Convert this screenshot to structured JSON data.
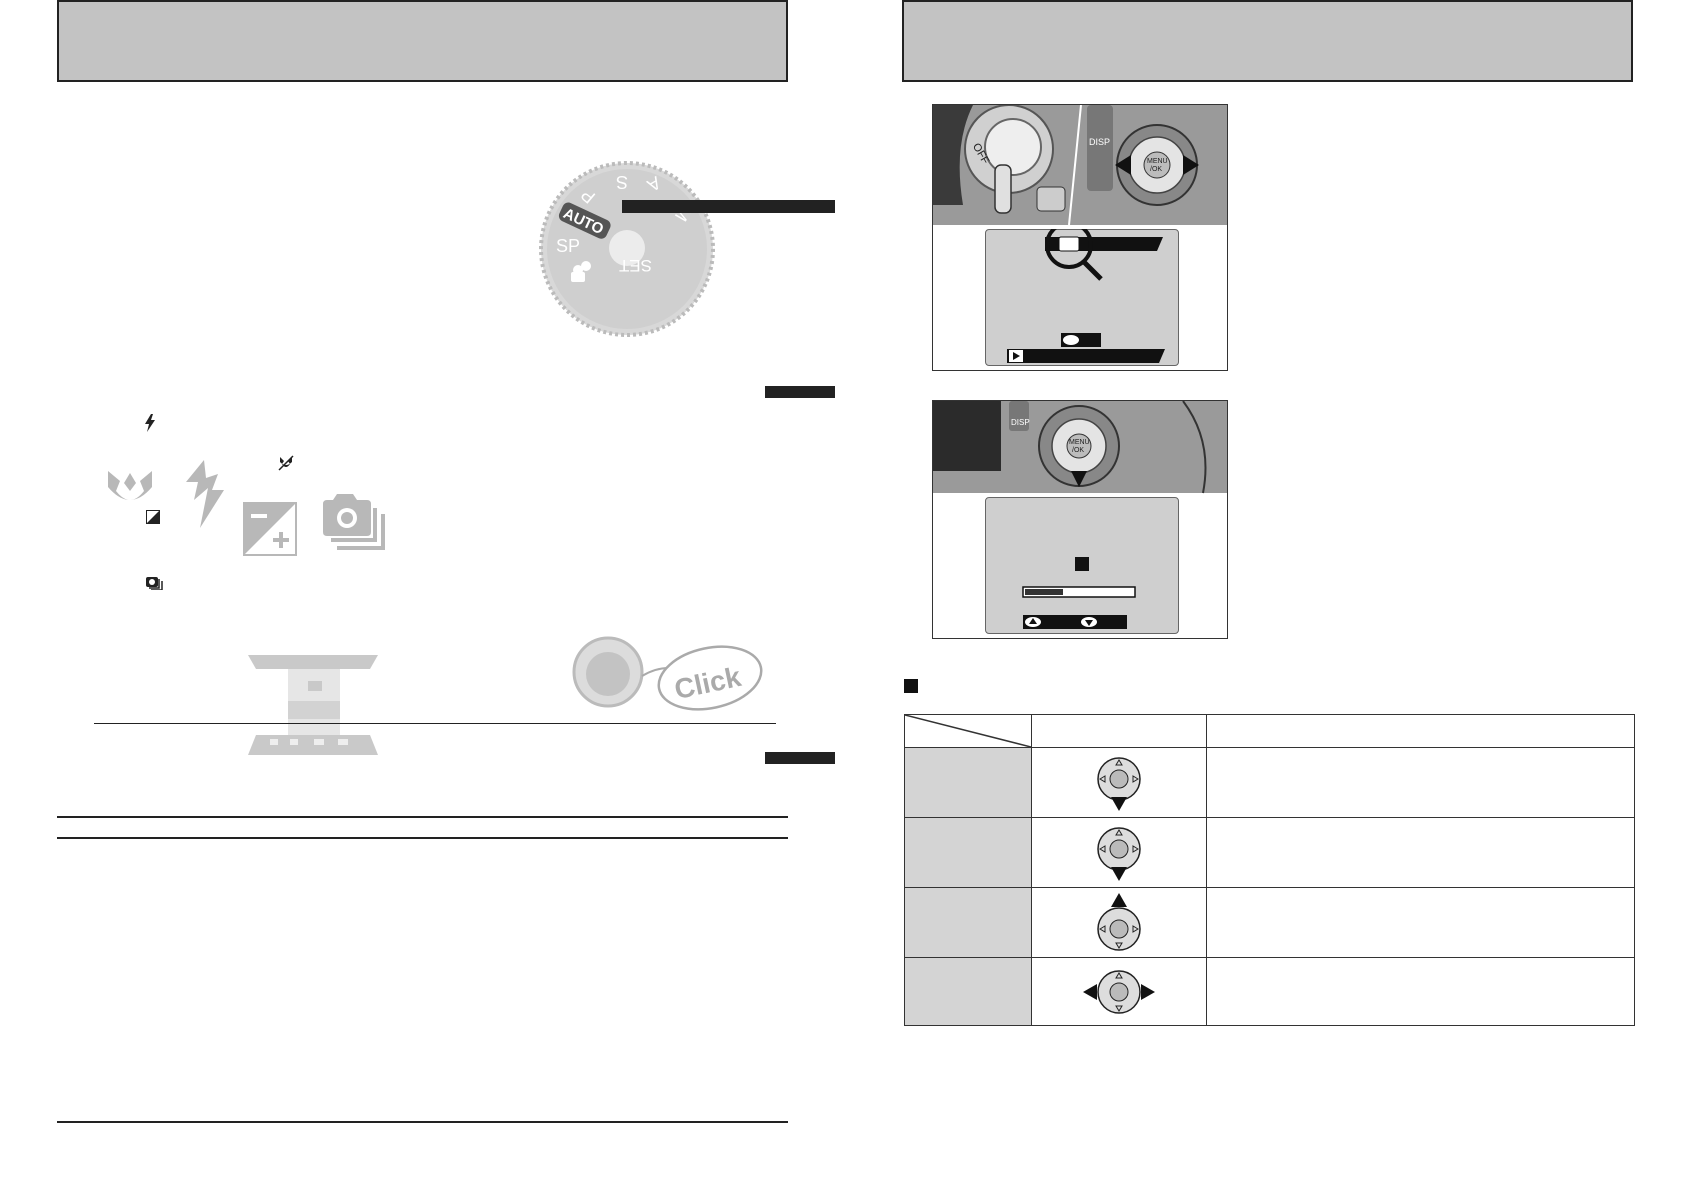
{
  "left_page": {
    "mode_dial": {
      "labels": [
        "S",
        "P",
        "A",
        "M",
        "AUTO",
        "SP",
        "SET"
      ]
    },
    "function_icons": [
      "flash-icon",
      "macro-icon",
      "exposure-compensation-icon",
      "continuous-shooting-icon"
    ],
    "illustrations": {
      "click_text": "Click"
    }
  },
  "right_page": {
    "illustrations": {
      "dpad_labels": [
        "MENU",
        "/OK",
        "DISP",
        "OFF"
      ]
    },
    "table": {
      "rows": [
        {
          "icon": "dpad-down-icon"
        },
        {
          "icon": "dpad-down-icon"
        },
        {
          "icon": "dpad-up-icon"
        },
        {
          "icon": "dpad-left-right-icon"
        }
      ]
    }
  },
  "colors": {
    "header_gray": "#c3c3c3",
    "table_label_gray": "#d4d4d4",
    "ink": "#222222"
  }
}
